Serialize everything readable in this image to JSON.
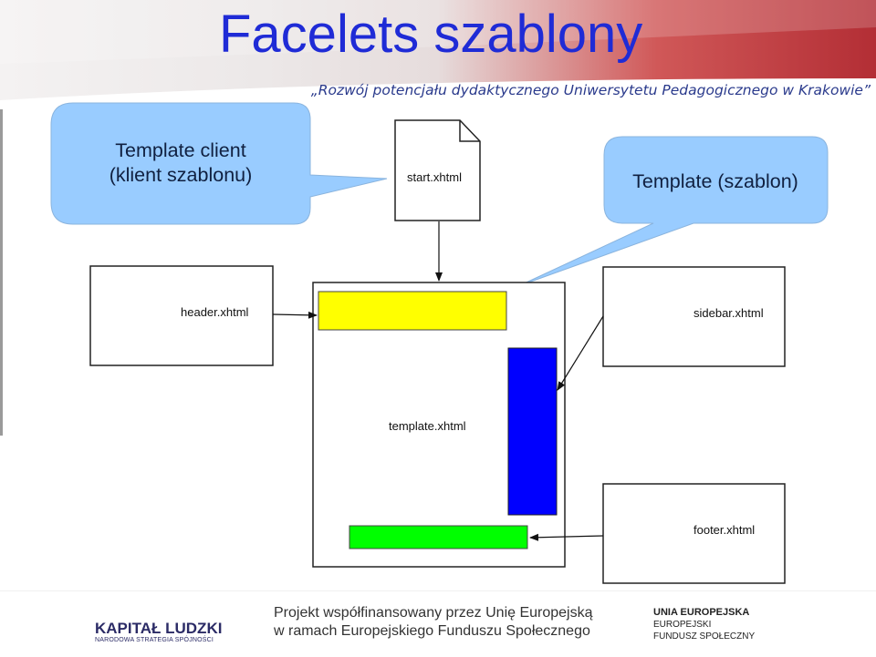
{
  "header": {
    "title": "Facelets szablony",
    "subtitle": "„Rozwój potencjału dydaktycznego Uniwersytetu Pedagogicznego w Krakowie”"
  },
  "callouts": {
    "template_client_line1": "Template client",
    "template_client_line2": "(klient szablonu)",
    "template": "Template (szablon)"
  },
  "files": {
    "start": "start.xhtml",
    "header": "header.xhtml",
    "sidebar": "sidebar.xhtml",
    "template": "template.xhtml",
    "footer": "footer.xhtml"
  },
  "colors": {
    "callout_fill": "#99ccff",
    "header_block": "#ffff00",
    "sidebar_block": "#0000ff",
    "footer_block": "#00ff00",
    "title": "#1f2bd6"
  },
  "footer": {
    "kapital_title": "KAPITAŁ LUDZKI",
    "kapital_subtitle": "NARODOWA STRATEGIA SPÓJNOŚCI",
    "project_line1": "Projekt współfinansowany przez Unię Europejską",
    "project_line2": "w ramach Europejskiego Funduszu Społecznego",
    "ue_line1": "UNIA EUROPEJSKA",
    "ue_line2": "EUROPEJSKI",
    "ue_line3": "FUNDUSZ SPOŁECZNY"
  }
}
